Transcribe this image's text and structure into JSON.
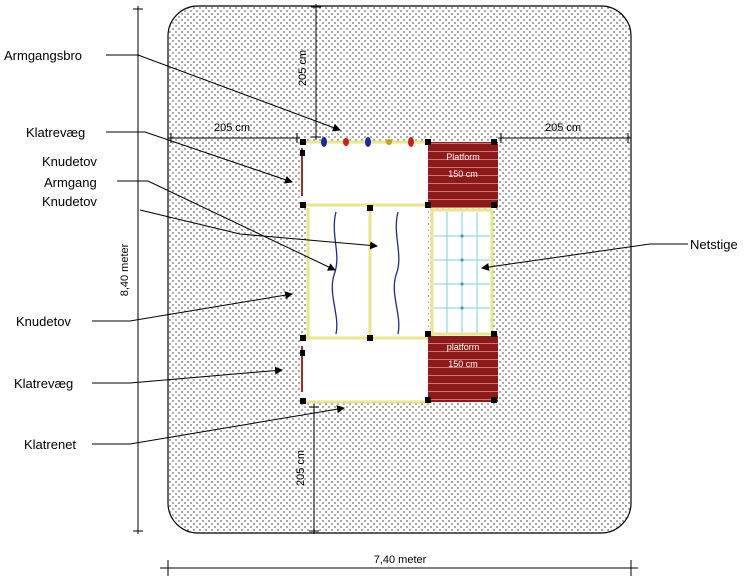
{
  "labels": {
    "armgangsbro": "Armgangsbro",
    "klatrevaeg_top": "Klatrevæg",
    "knudetov_top": "Knudetov",
    "armgang": "Armgang",
    "knudetov_mid": "Knudetov",
    "knudetov_left": "Knudetov",
    "klatrevaeg_bottom": "Klatrevæg",
    "klatrenet": "Klatrenet",
    "netstige": "Netstige"
  },
  "dimensions": {
    "top_205": "205 cm",
    "left_205": "205 cm",
    "right_205": "205 cm",
    "bottom_205": "205 cm",
    "height": "8,40 meter",
    "width": "7,40 meter"
  },
  "platforms": {
    "top_name": "Platform",
    "top_size": "150 cm",
    "bottom_name": "platform",
    "bottom_size": "150 cm"
  },
  "colors": {
    "area_fill": "#ffffff",
    "dots": "#6e6e6e",
    "platform": "#8b1a1a",
    "frame": "#e6e68a",
    "rope": "#1a2a9c",
    "net": "#9cd8e6",
    "wall": "#a52a2a"
  }
}
